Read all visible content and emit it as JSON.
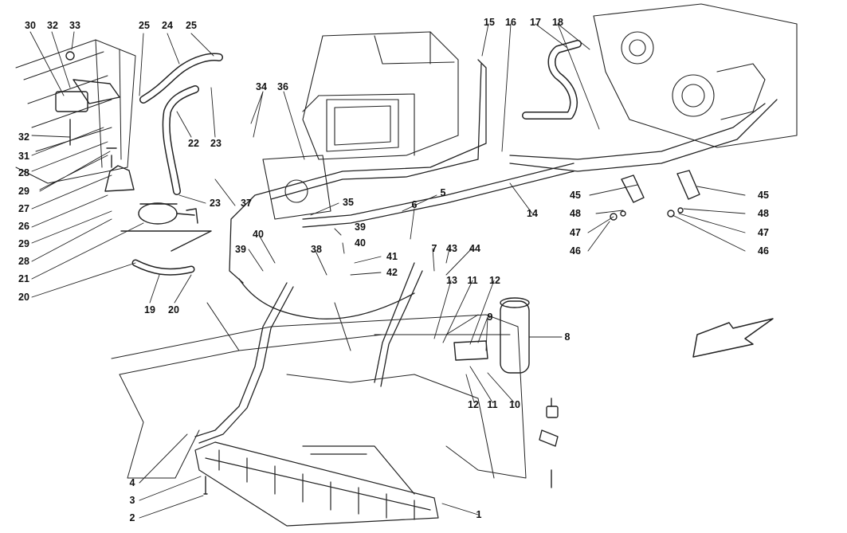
{
  "diagram": {
    "type": "exploded parts diagram",
    "callouts": [
      "30",
      "32",
      "33",
      "32",
      "31",
      "28",
      "29",
      "27",
      "26",
      "29",
      "28",
      "21",
      "20",
      "25",
      "24",
      "25",
      "22",
      "23",
      "23",
      "37",
      "34",
      "36",
      "35",
      "19",
      "20",
      "40",
      "39",
      "39",
      "40",
      "38",
      "41",
      "42",
      "6",
      "5",
      "7",
      "43",
      "44",
      "13",
      "11",
      "12",
      "9",
      "8",
      "12",
      "11",
      "10",
      "15",
      "16",
      "17",
      "18",
      "14",
      "45",
      "48",
      "47",
      "46",
      "45",
      "48",
      "47",
      "46",
      "4",
      "3",
      "2",
      "1"
    ]
  }
}
